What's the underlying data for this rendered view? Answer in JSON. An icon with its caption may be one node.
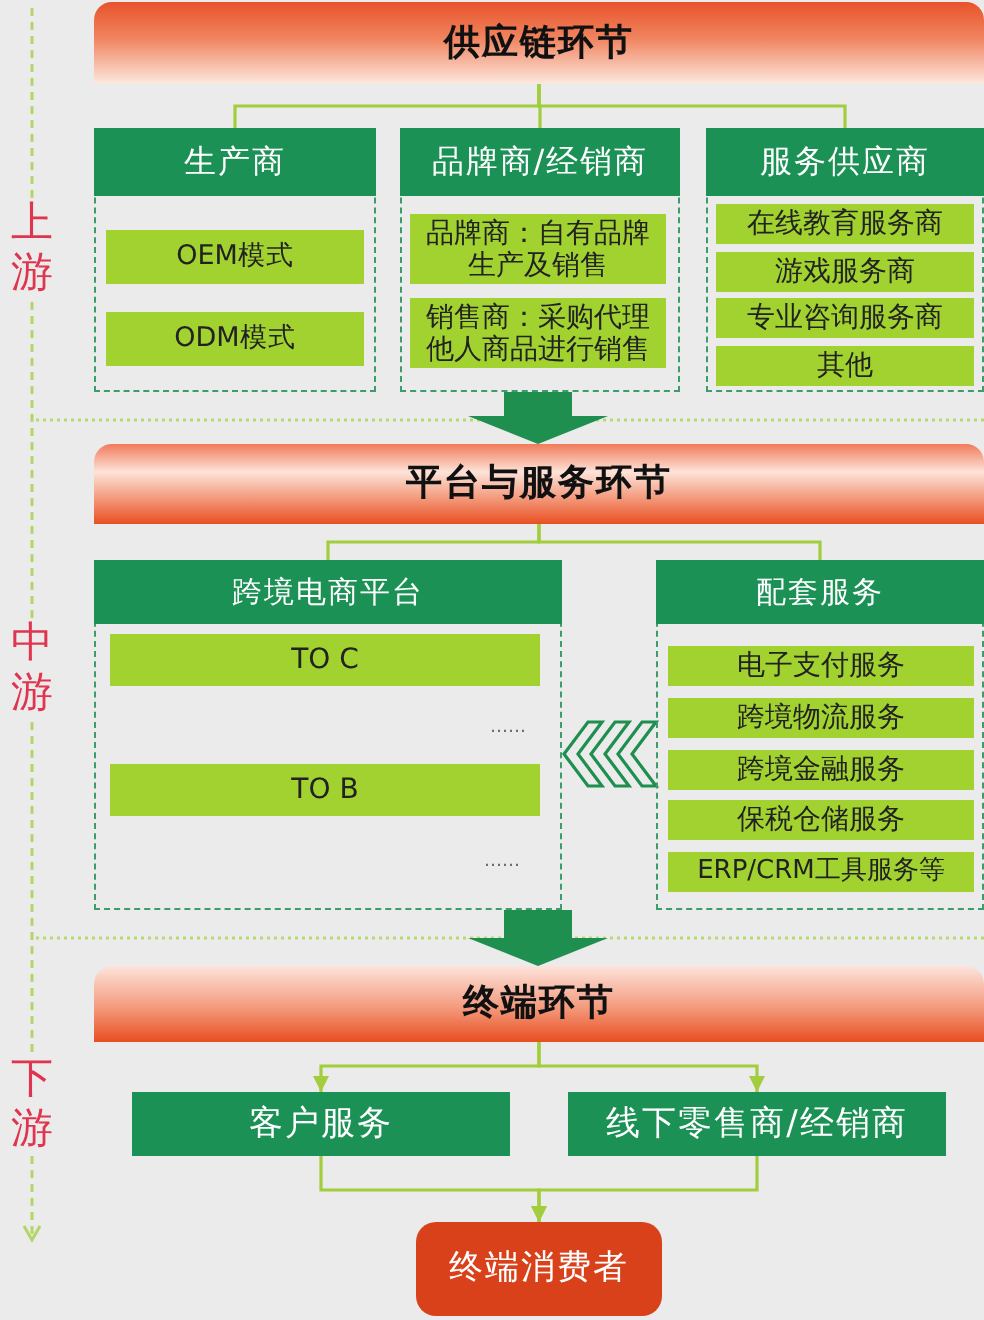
{
  "diagram": {
    "nodes": [
      {
        "text": [
          "供应链环节"
        ]
      },
      {
        "text": [
          "生产商"
        ]
      },
      {
        "text": [
          "OEM模式"
        ],
        "in": 1
      },
      {
        "text": [
          "ODM模式"
        ],
        "in": 1
      },
      {
        "text": [
          "品牌商/经销商"
        ]
      },
      {
        "text": [
          "品牌商：自有品牌生产及销售"
        ],
        "in": 4
      },
      {
        "text": [
          "销售商：采购代理他人商品进行销售"
        ],
        "in": 4
      },
      {
        "text": [
          "服务供应商"
        ]
      },
      {
        "text": [
          "在线教育服务商"
        ],
        "in": 7
      },
      {
        "text": [
          "游戏服务商"
        ],
        "in": 7
      },
      {
        "text": [
          "专业咨询服务商"
        ],
        "in": 7
      },
      {
        "text": [
          "其他"
        ],
        "in": 7
      },
      {
        "text": [
          "平台与服务环节"
        ]
      },
      {
        "text": [
          "跨境电商平台"
        ]
      },
      {
        "text": [
          "TO C"
        ],
        "in": 13
      },
      {
        "text": [
          "TO B"
        ],
        "in": 13
      },
      {
        "text": [
          "配套服务"
        ]
      },
      {
        "text": [
          "电子支付服务"
        ],
        "in": 16
      },
      {
        "text": [
          "跨境物流服务"
        ],
        "in": 16
      },
      {
        "text": [
          "跨境金融服务"
        ],
        "in": 16
      },
      {
        "text": [
          "保税仓储服务"
        ],
        "in": 16
      },
      {
        "text": [
          "ERP/CRM工具服务等"
        ],
        "in": 16
      },
      {
        "text": [
          "终端环节"
        ]
      },
      {
        "text": [
          "客户服务"
        ]
      },
      {
        "text": [
          "线下零售商/经销商"
        ]
      },
      {
        "text": [
          "终端消费者"
        ]
      }
    ],
    "edges": [
      {
        "from": 0,
        "to": 1,
        "arrow": "none"
      },
      {
        "from": 0,
        "to": 4,
        "arrow": "none"
      },
      {
        "from": 0,
        "to": 7,
        "arrow": "none"
      },
      {
        "from": 4,
        "to": 12,
        "arrow": "to",
        "style": "thick",
        "color": "#1e8f4f"
      },
      {
        "from": 12,
        "to": 13,
        "arrow": "none"
      },
      {
        "from": 12,
        "to": 16,
        "arrow": "none"
      },
      {
        "from": 16,
        "to": 13,
        "arrow": "to",
        "color": "#1e8f4f"
      },
      {
        "from": 13,
        "to": 22,
        "arrow": "to",
        "style": "thick",
        "color": "#1e8f4f"
      },
      {
        "from": 22,
        "to": 23,
        "arrow": "to"
      },
      {
        "from": 22,
        "to": 24,
        "arrow": "to"
      },
      {
        "from": 23,
        "to": 25,
        "arrow": "to"
      },
      {
        "from": 24,
        "to": 25,
        "arrow": "to"
      }
    ],
    "labels": [
      "上游",
      "中游",
      "……",
      "……",
      "下游"
    ]
  }
}
